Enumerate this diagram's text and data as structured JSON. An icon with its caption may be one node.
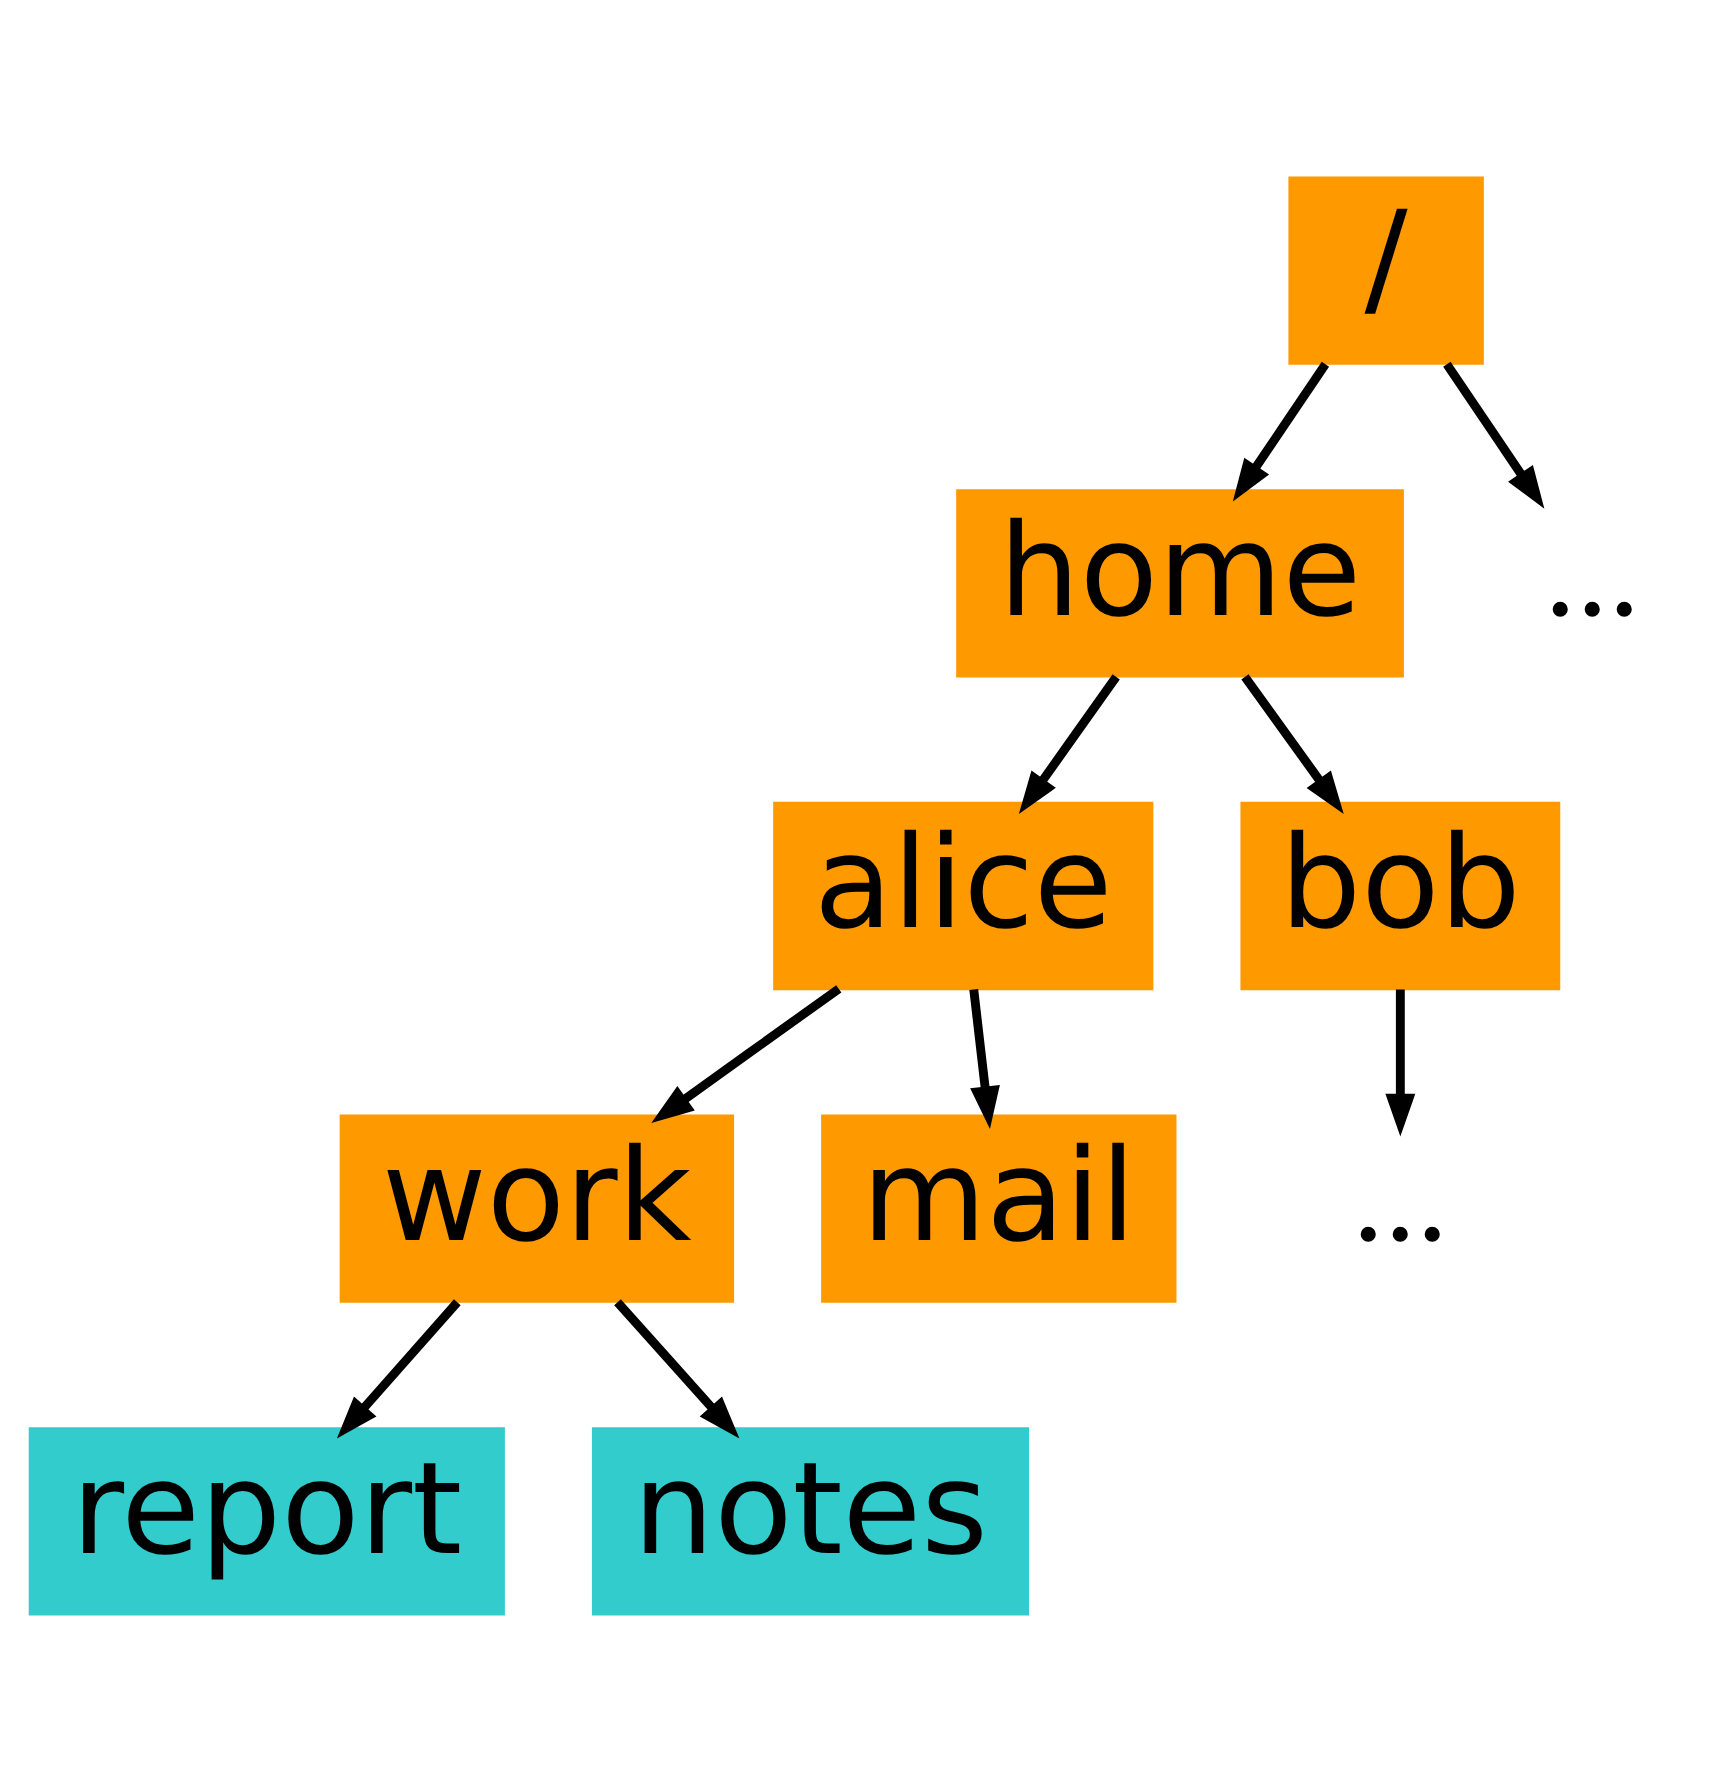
{
  "diagram": {
    "nodes": [
      {
        "text": [
          "/"
        ]
      },
      {
        "text": [
          "home"
        ]
      },
      {
        "text": [
          "..."
        ]
      },
      {
        "text": [
          "alice"
        ]
      },
      {
        "text": [
          "bob"
        ]
      },
      {
        "text": [
          "work"
        ]
      },
      {
        "text": [
          "mail"
        ]
      },
      {
        "text": [
          "..."
        ]
      },
      {
        "text": [
          "report"
        ]
      },
      {
        "text": [
          "notes"
        ]
      }
    ],
    "edges": [
      {
        "from": 0,
        "to": 1,
        "arrow": "to"
      },
      {
        "from": 0,
        "to": 2,
        "arrow": "to"
      },
      {
        "from": 1,
        "to": 3,
        "arrow": "to"
      },
      {
        "from": 1,
        "to": 4,
        "arrow": "to"
      },
      {
        "from": 3,
        "to": 5,
        "arrow": "to"
      },
      {
        "from": 3,
        "to": 6,
        "arrow": "to"
      },
      {
        "from": 4,
        "to": 7,
        "arrow": "to"
      },
      {
        "from": 5,
        "to": 8,
        "arrow": "to"
      },
      {
        "from": 5,
        "to": 9,
        "arrow": "to"
      }
    ]
  }
}
